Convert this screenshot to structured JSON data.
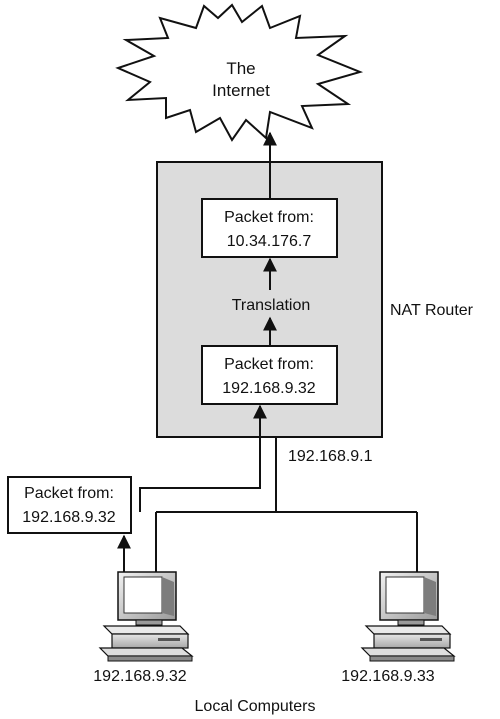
{
  "diagram": {
    "cloud_label_line1": "The",
    "cloud_label_line2": "Internet",
    "router_label": "NAT Router",
    "router_ip": "192.168.9.1",
    "packet_out_line1": "Packet from:",
    "packet_out_line2": "10.34.176.7",
    "translation_label": "Translation",
    "packet_in_line1": "Packet from:",
    "packet_in_line2": "192.168.9.32",
    "packet_local_line1": "Packet from:",
    "packet_local_line2": "192.168.9.32",
    "computer1_ip": "192.168.9.32",
    "computer2_ip": "192.168.9.33",
    "footer_label": "Local Computers"
  }
}
